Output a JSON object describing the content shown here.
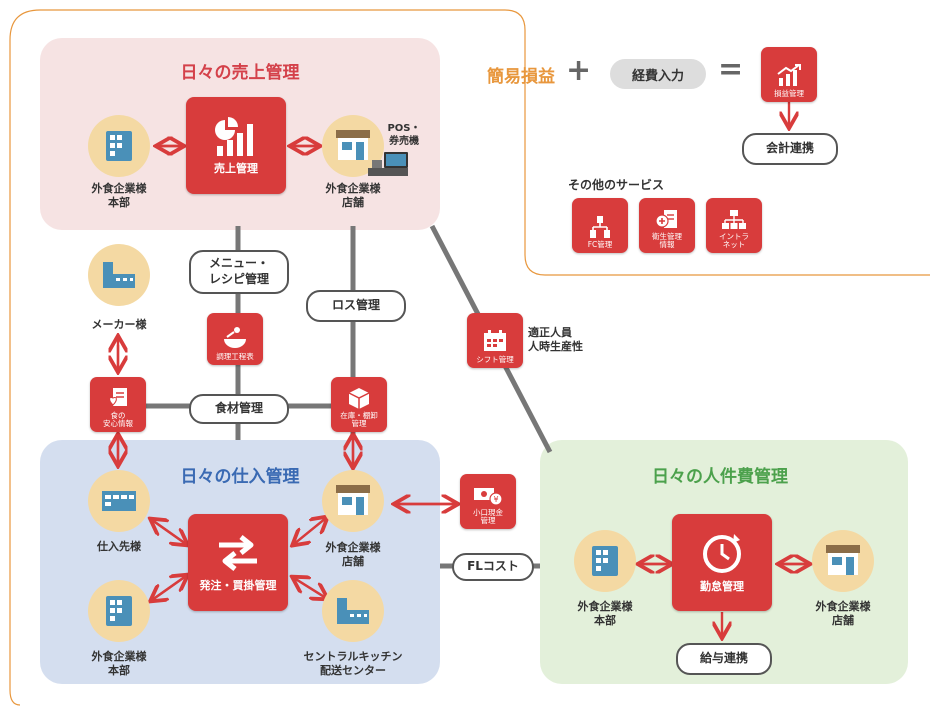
{
  "colors": {
    "sales_bg": "#f6e3e3",
    "purchase_bg": "#d4deef",
    "labor_bg": "#e3f0da",
    "accent": "#d83c3c",
    "orange": "#e8973d",
    "green_title": "#4ca14c",
    "blue_title": "#3a6ab3",
    "sales_title": "#d4414a",
    "line": "#777777",
    "circle": "#f4d9a3"
  },
  "sales": {
    "title": "日々の売上管理",
    "center_label": "売上管理",
    "left_label": "外食企業様\n本部",
    "right_label": "外食企業様\n店舗",
    "pos_label": "POS・\n券売機"
  },
  "purchase": {
    "title": "日々の仕入管理",
    "center_label": "発注・買掛管理",
    "supplier_label": "仕入先様",
    "hq_label": "外食企業様\n本部",
    "store_label": "外食企業様\n店舗",
    "kitchen_label": "セントラルキッチン\n配送センター"
  },
  "labor": {
    "title": "日々の人件費管理",
    "center_label": "勤怠管理",
    "hq_label": "外食企業様\n本部",
    "store_label": "外食企業様\n店舗",
    "payroll_label": "給与連携"
  },
  "simple_pl": {
    "title": "簡易損益",
    "plus": "+",
    "expense_label": "経費入力",
    "equals": "=",
    "pl_label": "損益管理",
    "accounting_label": "会計連携"
  },
  "other_services": {
    "title": "その他のサービス",
    "items": [
      {
        "label": "FC管理",
        "icon": "org-icon"
      },
      {
        "label": "衛生管理\n情報",
        "icon": "hygiene-icon"
      },
      {
        "label": "イントラ\nネット",
        "icon": "network-icon"
      }
    ]
  },
  "middle": {
    "menu_label": "メニュー・\nレシピ管理",
    "cooking_label": "調理工程表",
    "loss_label": "ロス管理",
    "ingredient_label": "食材管理",
    "inventory_label": "在庫・棚卸\n管理",
    "safety_label": "食の\n安心情報",
    "maker_label": "メーカー様",
    "shift_label": "シフト管理",
    "shift_note": "適正人員\n人時生産性",
    "petty_cash_label": "小口現金\n管理",
    "fl_label": "FLコスト"
  }
}
